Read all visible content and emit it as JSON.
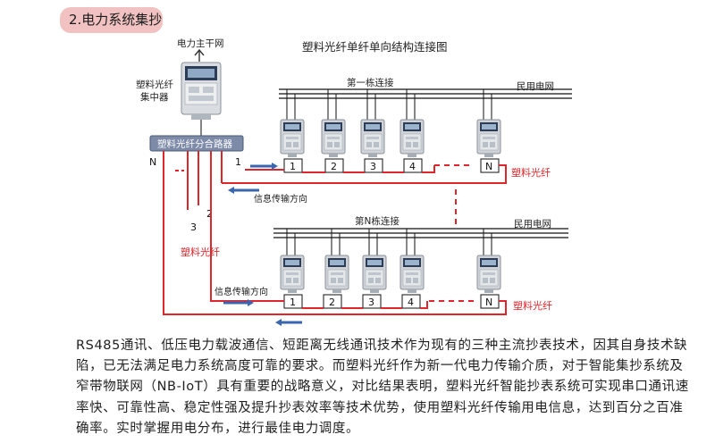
{
  "section_title": "2.电力系统集抄",
  "diagram": {
    "title": "塑料光纤单纤单向结构连接图",
    "grid_top_label": "电力主干网",
    "collector_label": [
      "塑料光纤",
      "集中器"
    ],
    "splitter_label": "塑料光纤分合路器",
    "building1_label": "第一栋连接",
    "buildingN_label": "第N栋连接",
    "civil_grid_label": "民用电网",
    "fiber_label": "塑料光纤",
    "info_direction_label": "信息传输方向",
    "port_numbers": [
      "1",
      "2",
      "3",
      "4",
      "N"
    ],
    "splitter_ports": [
      "N",
      "1",
      "2",
      "3"
    ],
    "colors": {
      "fiber_red": "#e0262b",
      "arrow_blue": "#3a66b0",
      "bus_black": "#111111"
    }
  },
  "paragraph": "RS485通讯、低压电力载波通信、短距离无线通讯技术作为现有的三种主流抄表技术，因其自身技术缺陷，已无法满足电力系统高度可靠的要求。而塑料光纤作为新一代电力传输介质，对于智能集抄系统及窄带物联网（NB-IoT）具有重要的战略意义，对比结果表明，塑料光纤智能抄表系统可实现串口通讯速率快、可靠性高、稳定性强及提升抄表效率等技术优势，使用塑料光纤传输用电信息，达到百分之百准确率。实时掌握用电分布，进行最佳电力调度。"
}
